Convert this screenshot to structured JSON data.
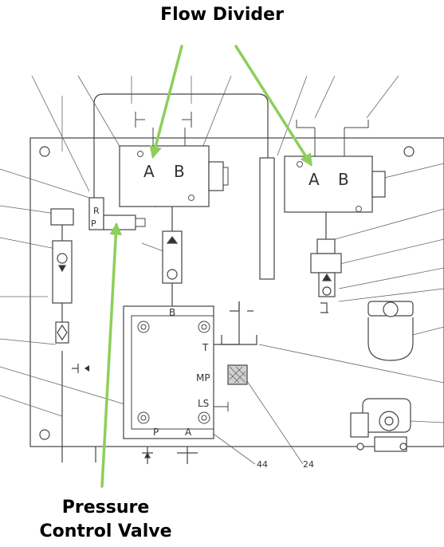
{
  "captions": {
    "flow_divider": "Flow Divider",
    "pressure_control_line1": "Pressure",
    "pressure_control_line2": "Control Valve"
  },
  "valve_left": {
    "port_a": "A",
    "port_b": "B"
  },
  "valve_right": {
    "port_a": "A",
    "port_b": "B"
  },
  "pressure_valve": {
    "port_r": "R",
    "port_p": "P"
  },
  "manifold": {
    "port_b": "B",
    "port_t": "T",
    "port_mp": "MP",
    "port_ls": "LS",
    "port_p": "P",
    "port_a": "A"
  },
  "leader_numbers": {
    "n1": "44",
    "n2": "24"
  },
  "colors": {
    "arrow": "#8ccf5a",
    "line": "#444444",
    "plate": "#ffffff"
  }
}
